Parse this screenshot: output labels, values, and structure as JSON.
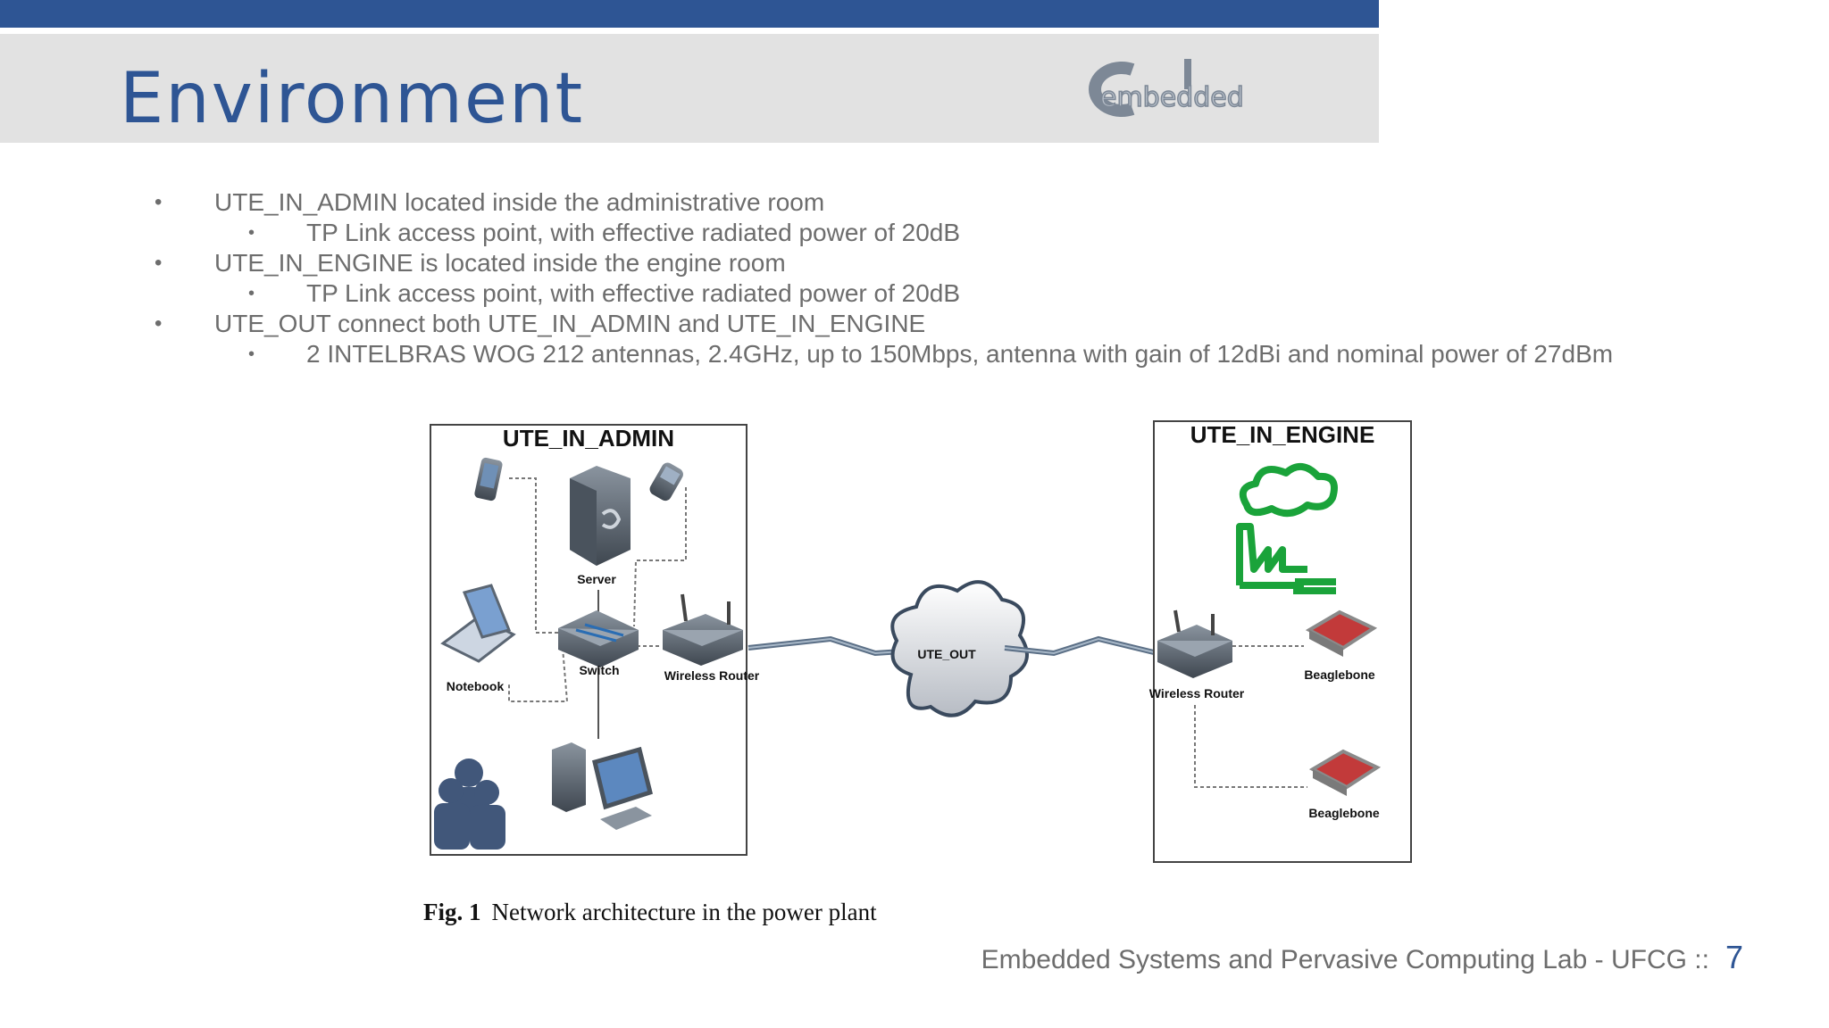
{
  "slide": {
    "title": "Environment",
    "logo_text": "embedded",
    "bullets": [
      {
        "level": 1,
        "text": "UTE_IN_ADMIN located inside the administrative room"
      },
      {
        "level": 2,
        "text": "TP Link access point, with effective radiated power of 20dB"
      },
      {
        "level": 1,
        "text": "UTE_IN_ENGINE is located inside the engine room"
      },
      {
        "level": 2,
        "text": "TP Link access point, with effective radiated power of 20dB"
      },
      {
        "level": 1,
        "text": "UTE_OUT connect both UTE_IN_ADMIN and UTE_IN_ENGINE"
      },
      {
        "level": 2,
        "text": "2 INTELBRAS WOG 212 antennas, 2.4GHz, up to 150Mbps, antenna with gain of 12dBi and nominal power of 27dBm"
      }
    ],
    "bullet_glyph": "•"
  },
  "diagram": {
    "admin_title": "UTE_IN_ADMIN",
    "engine_title": "UTE_IN_ENGINE",
    "cloud_label": "UTE_OUT",
    "labels": {
      "server": "Server",
      "switch": "Switch",
      "notebook": "Notebook",
      "router_admin": "Wireless Router",
      "router_engine": "Wireless Router",
      "beagle1": "Beaglebone",
      "beagle2": "Beaglebone"
    },
    "colors": {
      "factory": "#1aa33a",
      "device": "#5b6673",
      "cable": "#777777"
    }
  },
  "caption": {
    "fig": "Fig. 1",
    "text": "Network architecture in the power plant"
  },
  "footer": {
    "text": "Embedded Systems and Pervasive Computing Lab - UFCG  ::",
    "page": "7"
  },
  "colors": {
    "accent": "#2e5594",
    "header_bg": "#e2e2e2",
    "body_text": "#6d6d6d"
  }
}
